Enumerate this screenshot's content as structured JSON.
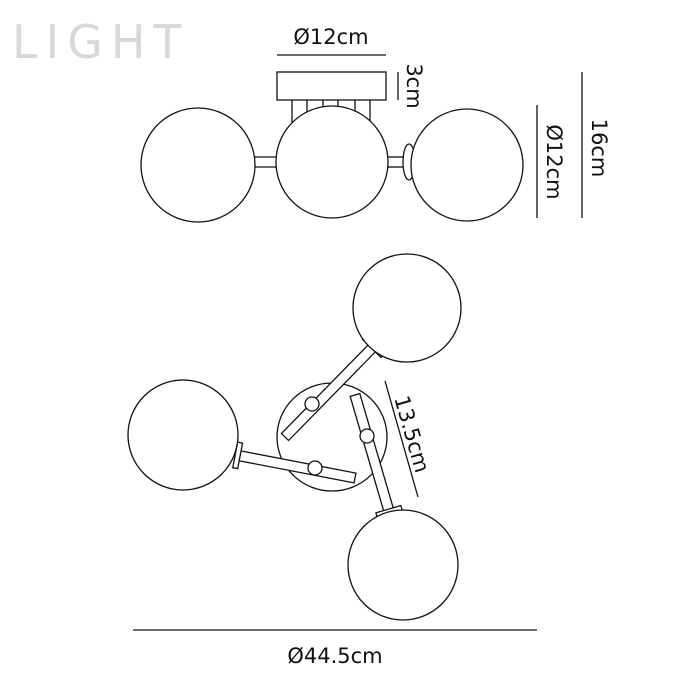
{
  "watermark": "LIGHT",
  "side_view": {
    "canopy_diameter": "Ø12cm",
    "canopy_height": "3cm",
    "globe_diameter": "Ø12cm",
    "total_height": "16cm"
  },
  "top_view": {
    "arm_length": "13.5cm",
    "overall_diameter": "Ø44.5cm"
  }
}
